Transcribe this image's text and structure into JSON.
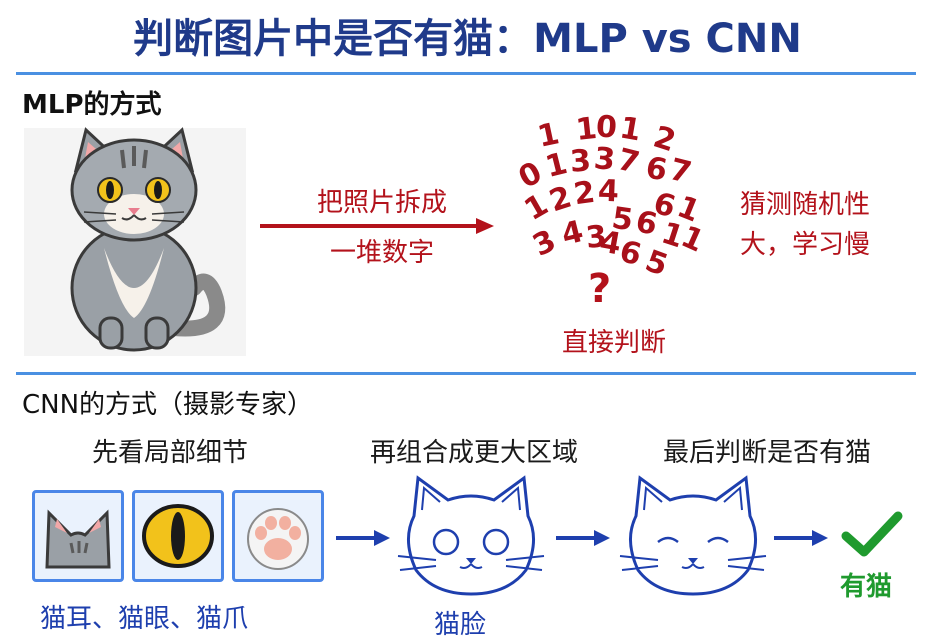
{
  "title": "判断图片中是否有猫：MLP vs CNN",
  "mlp": {
    "heading": "MLP的方式",
    "arrow_label_1": "把照片拆成",
    "arrow_label_2": "一堆数字",
    "digits": [
      "1",
      "1",
      "0",
      "1",
      "2",
      "0",
      "1",
      "3",
      "3",
      "7",
      "6",
      "7",
      "1",
      "2",
      "2",
      "4",
      "6",
      "1",
      "3",
      "4",
      "5",
      "6",
      "1",
      "1",
      "3",
      "4",
      "6",
      "5"
    ],
    "question_mark": "?",
    "judge_label": "直接判断",
    "result_line_1": "猜测随机性",
    "result_line_2": "大，学习慢"
  },
  "cnn": {
    "heading": "CNN的方式（摄影专家）",
    "stage_1": "先看局部细节",
    "stage_2": "再组合成更大区域",
    "stage_3": "最后判断是否有猫",
    "features_label": "猫耳、猫眼、猫爪",
    "face_label": "猫脸",
    "result_label": "有猫"
  },
  "icons": [
    "cat-photo-icon",
    "cat-ear-icon",
    "cat-eye-icon",
    "cat-paw-icon",
    "cat-face-outline-icon",
    "cat-face-icon",
    "check-icon",
    "arrow-right-icon"
  ],
  "colors": {
    "title": "#1f3a8a",
    "red": "#b3121b",
    "blue": "#1e3fae",
    "green": "#1f9a2e",
    "rule": "#4a90e2"
  }
}
